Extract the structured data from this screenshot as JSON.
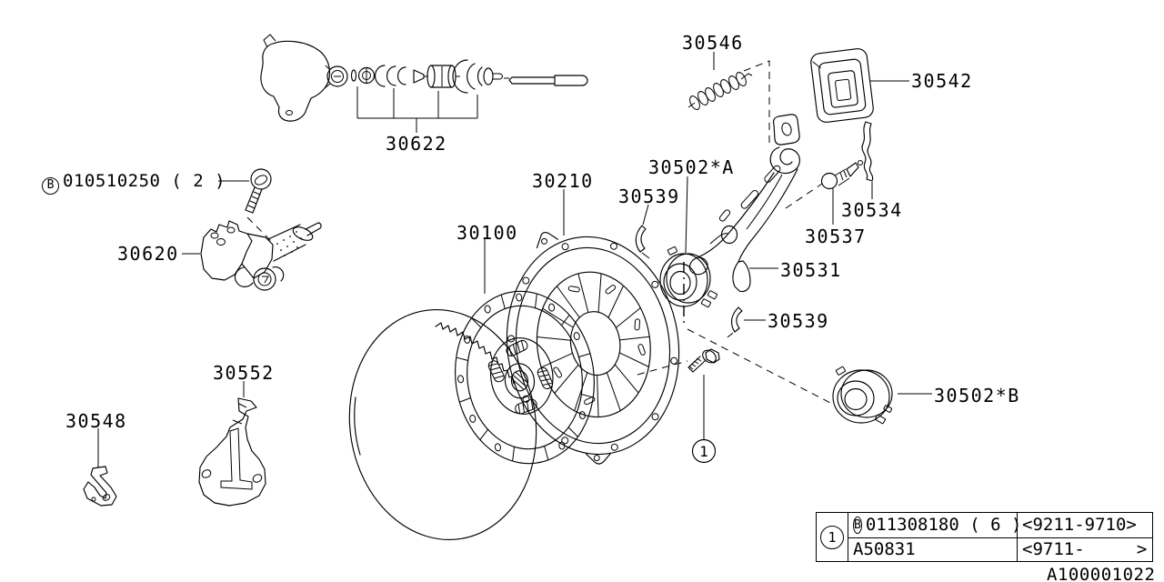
{
  "figure": {
    "code": "A100001022"
  },
  "labels": {
    "p30546": "30546",
    "p30542": "30542",
    "p30622": "30622",
    "p30620": "30620",
    "p30210": "30210",
    "p30100": "30100",
    "p30539_upper": "30539",
    "p30539_lower": "30539",
    "p30502_a": "30502*A",
    "p30502_b": "30502*B",
    "p30534": "30534",
    "p30537": "30537",
    "p30531": "30531",
    "p30552": "30552",
    "p30548": "30548"
  },
  "bolt_callout": {
    "circle_letter": "B",
    "text": "010510250 ( 2 )"
  },
  "callout_1": "1",
  "table": {
    "callout": "1",
    "rows": [
      {
        "circle_letter": "B",
        "part_number": "011308180 ( 6 )",
        "applicability": "<9211-9710>"
      },
      {
        "circle_letter": "",
        "part_number": "A50831",
        "applicability": "<9711-     >"
      }
    ]
  }
}
